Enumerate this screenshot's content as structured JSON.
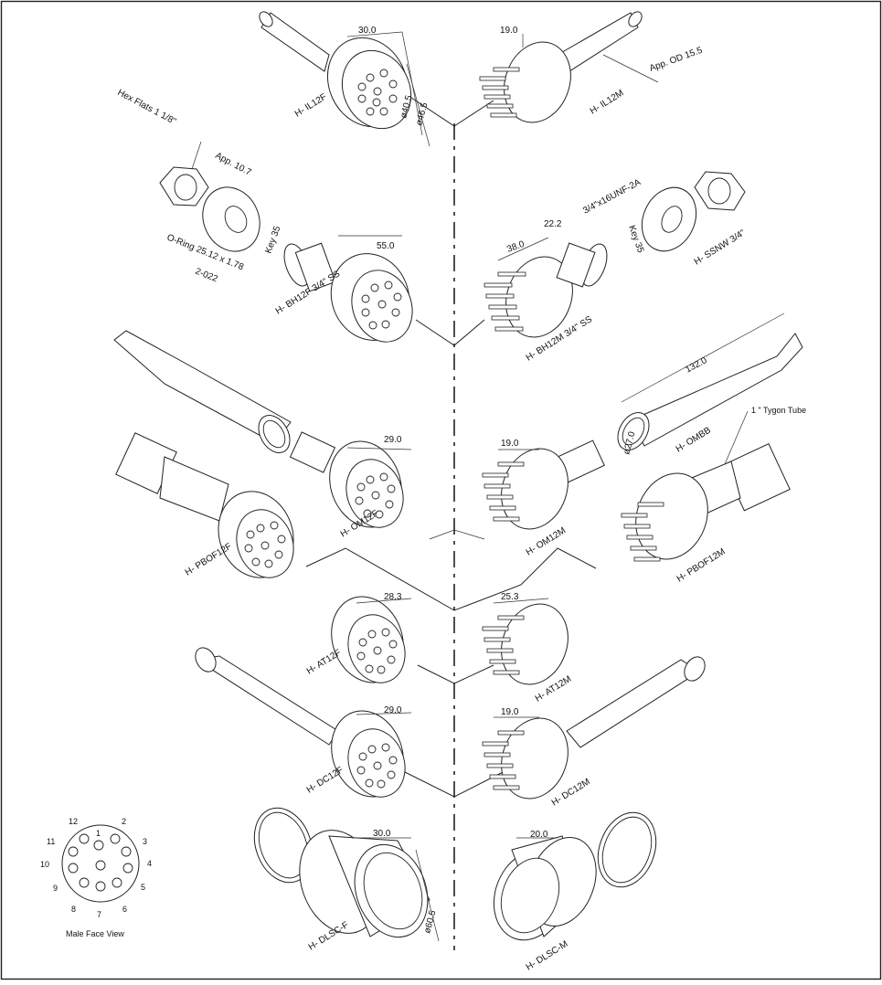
{
  "parts": {
    "il12f": "H- IL12F",
    "il12m": "H- IL12M",
    "bh12f": "H- BH12F 3/4\" SS",
    "bh12m": "H- BH12M 3/4\" SS",
    "ssnw": "H- SSNW 3/4\"",
    "ombb": "H- OMBB",
    "om12f": "H- OM12F",
    "om12m": "H- OM12M",
    "pbof12f": "H- PBOF12F",
    "pbof12m": "H- PBOF12M",
    "at12f": "H- AT12F",
    "at12m": "H- AT12M",
    "dc12f": "H- DC12F",
    "dc12m": "H- DC12M",
    "dlscf": "H- DLSC-F",
    "dlscm": "H- DLSC-M"
  },
  "dims": {
    "il12f_width": "30.0",
    "il12f_d1": "ø40.5",
    "il12f_d2": "ø46.5",
    "il12m_width": "19.0",
    "app_od": "App. OD 15.5",
    "hex_flats": "Hex Flats 1 1/8\"",
    "app_107": "App. 10.7",
    "key35_left": "Key 35",
    "bh12f_len": "55.0",
    "oring": "O-Ring 25.12 x 1.78",
    "oring_code": "2-022",
    "thread": "3/4\"x16UNF-2A",
    "bh12m_len": "38.0",
    "bh12m_22": "22.2",
    "key35_right": "Key 35",
    "ombb_len": "132.0",
    "ombb_dia": "ø27.0",
    "tygon": "1 \" Tygon Tube",
    "om12f_w": "29.0",
    "om12m_w": "19.0",
    "at12f_w": "28.3",
    "at12m_w": "25.3",
    "dc12f_w": "29.0",
    "dc12m_w": "19.0",
    "dlscf_w": "30.0",
    "dlscf_d": "ø60.5",
    "dlscm_w": "20.0"
  },
  "face_view": {
    "caption": "Male Face View",
    "pins": [
      "1",
      "2",
      "3",
      "4",
      "5",
      "6",
      "7",
      "8",
      "9",
      "10",
      "11",
      "12"
    ]
  }
}
